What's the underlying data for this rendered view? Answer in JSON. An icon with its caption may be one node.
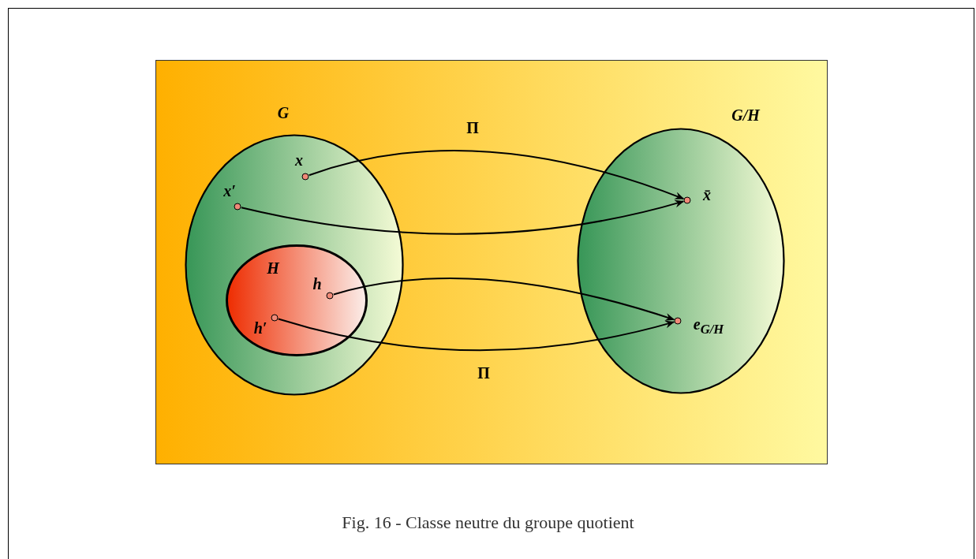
{
  "diagram": {
    "nodes": [
      {
        "text": [
          "G"
        ]
      },
      {
        "text": [
          "x"
        ],
        "in": 0
      },
      {
        "text": [
          "x′"
        ],
        "in": 0
      },
      {
        "text": [
          "H"
        ],
        "in": 0
      },
      {
        "text": [
          "h"
        ],
        "in": 3
      },
      {
        "text": [
          "h′"
        ],
        "in": 3
      },
      {
        "text": [
          "G/H"
        ]
      },
      {
        "text": [
          "x̄"
        ],
        "in": 6
      },
      {
        "text": [
          "e$_{G/H}$"
        ],
        "in": 6
      }
    ],
    "edges": [
      {
        "from": 1,
        "to": 7,
        "arrow": "to",
        "label": "Π"
      },
      {
        "from": 2,
        "to": 7,
        "arrow": "to"
      },
      {
        "from": 4,
        "to": 8,
        "arrow": "to"
      },
      {
        "from": 5,
        "to": 8,
        "arrow": "to",
        "label": "Π"
      }
    ],
    "caption": "Fig. 16 - Classe neutre du groupe quotient"
  }
}
